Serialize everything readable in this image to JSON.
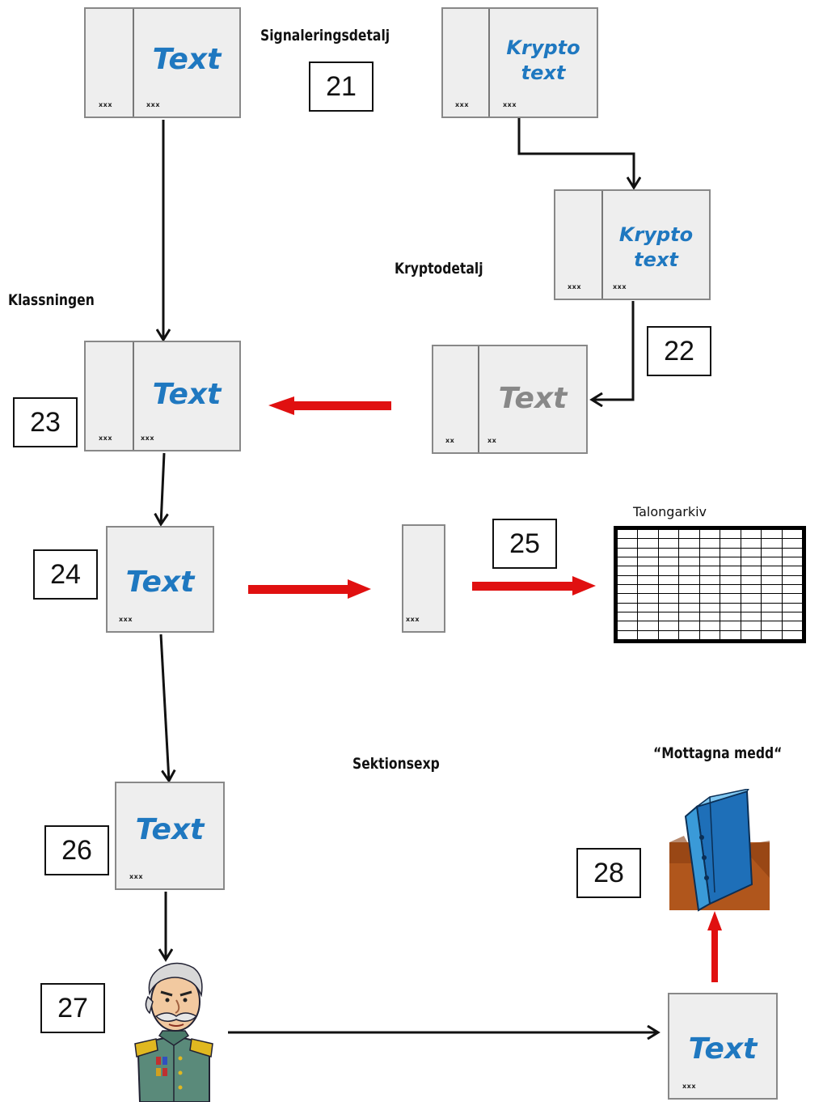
{
  "labels": {
    "signaleringsdetalj": "Signaleringsdetalj",
    "kryptodetalj": "Kryptodetalj",
    "klassningen": "Klassningen",
    "talongarkiv": "Talongarkiv",
    "sektionsexp": "Sektionsexp",
    "mottagna_medd": "“Mottagna medd“"
  },
  "numbers": {
    "n21": "21",
    "n22": "22",
    "n23": "23",
    "n24": "24",
    "n25": "25",
    "n26": "26",
    "n27": "27",
    "n28": "28"
  },
  "docs": {
    "signal_doc": {
      "line1": "Text",
      "line2": "",
      "strip_mark": "xxx",
      "main_mark": "xxx"
    },
    "krypto_doc_1": {
      "line1": "Krypto",
      "line2": "text",
      "strip_mark": "xxx",
      "main_mark": "xxx"
    },
    "krypto_doc_2": {
      "line1": "Krypto",
      "line2": "text",
      "strip_mark": "xxx",
      "main_mark": "xxx"
    },
    "decoded_doc": {
      "line1": "Text",
      "line2": "",
      "strip_mark": "xx",
      "main_mark": "xx"
    },
    "class_doc": {
      "line1": "Text",
      "line2": "",
      "strip_mark": "xxx",
      "main_mark": "xxx"
    },
    "doc_24": {
      "line1": "Text",
      "main_mark": "xxx"
    },
    "talong_slip": {
      "main_mark": "xxx"
    },
    "doc_26": {
      "line1": "Text",
      "main_mark": "xxx"
    },
    "final_doc": {
      "line1": "Text",
      "main_mark": "xxx"
    }
  },
  "colors": {
    "text_blue": "#1f78c0",
    "text_gray": "#888888",
    "arrow_black": "#111111",
    "arrow_red": "#e01010",
    "doc_fill": "#eeeeee",
    "doc_border": "#888888"
  },
  "icons": {
    "officer": "officer-illustration",
    "binder": "binder-illustration"
  }
}
